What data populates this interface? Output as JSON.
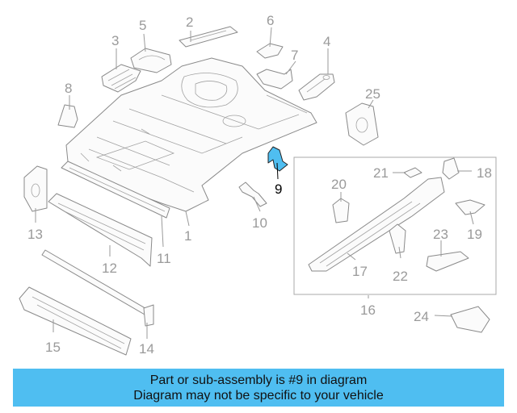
{
  "highlight_color": "#4fbef1",
  "highlight_part": "9",
  "callouts": {
    "p1": "1",
    "p2": "2",
    "p3": "3",
    "p4": "4",
    "p5": "5",
    "p6": "6",
    "p7": "7",
    "p8": "8",
    "p9": "9",
    "p10": "10",
    "p11": "11",
    "p12": "12",
    "p13": "13",
    "p14": "14",
    "p15": "15",
    "p16": "16",
    "p17": "17",
    "p18": "18",
    "p19": "19",
    "p20": "20",
    "p21": "21",
    "p22": "22",
    "p23": "23",
    "p24": "24",
    "p25": "25"
  },
  "banner": {
    "line1": "Part or sub-assembly is #9 in diagram",
    "line2": "Diagram may not be specific to your vehicle"
  }
}
